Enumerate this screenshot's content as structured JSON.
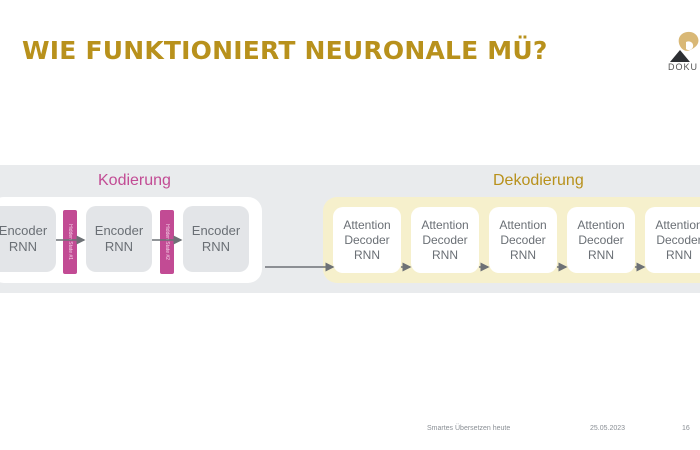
{
  "header": {
    "title": "WIE FUNKTIONIERT NEURONALE MÜ?",
    "logo_text": "DOKU"
  },
  "diagram": {
    "encoding_label": "Kodierung",
    "decoding_label": "Dekodierung",
    "encoders": [
      {
        "label": "Encoder\nRNN"
      },
      {
        "label": "Encoder\nRNN"
      },
      {
        "label": "Encoder\nRNN"
      }
    ],
    "hidden_states": [
      {
        "label": "Hidden State #1"
      },
      {
        "label": "Hidden State #2"
      }
    ],
    "decoders": [
      {
        "label": "Attention\nDecoder\nRNN"
      },
      {
        "label": "Attention\nDecoder\nRNN"
      },
      {
        "label": "Attention\nDecoder\nRNN"
      },
      {
        "label": "Attention\nDecoder\nRNN"
      },
      {
        "label": "Attention\nDecoder\nRNN"
      }
    ]
  },
  "footer": {
    "subtitle": "Smartes Übersetzen heute",
    "date": "25.05.2023",
    "page": "16"
  },
  "colors": {
    "accent_gold": "#b8911c",
    "accent_pink": "#c24b94",
    "band": "#e9ebed",
    "decoder_panel": "#f6f0cc"
  }
}
